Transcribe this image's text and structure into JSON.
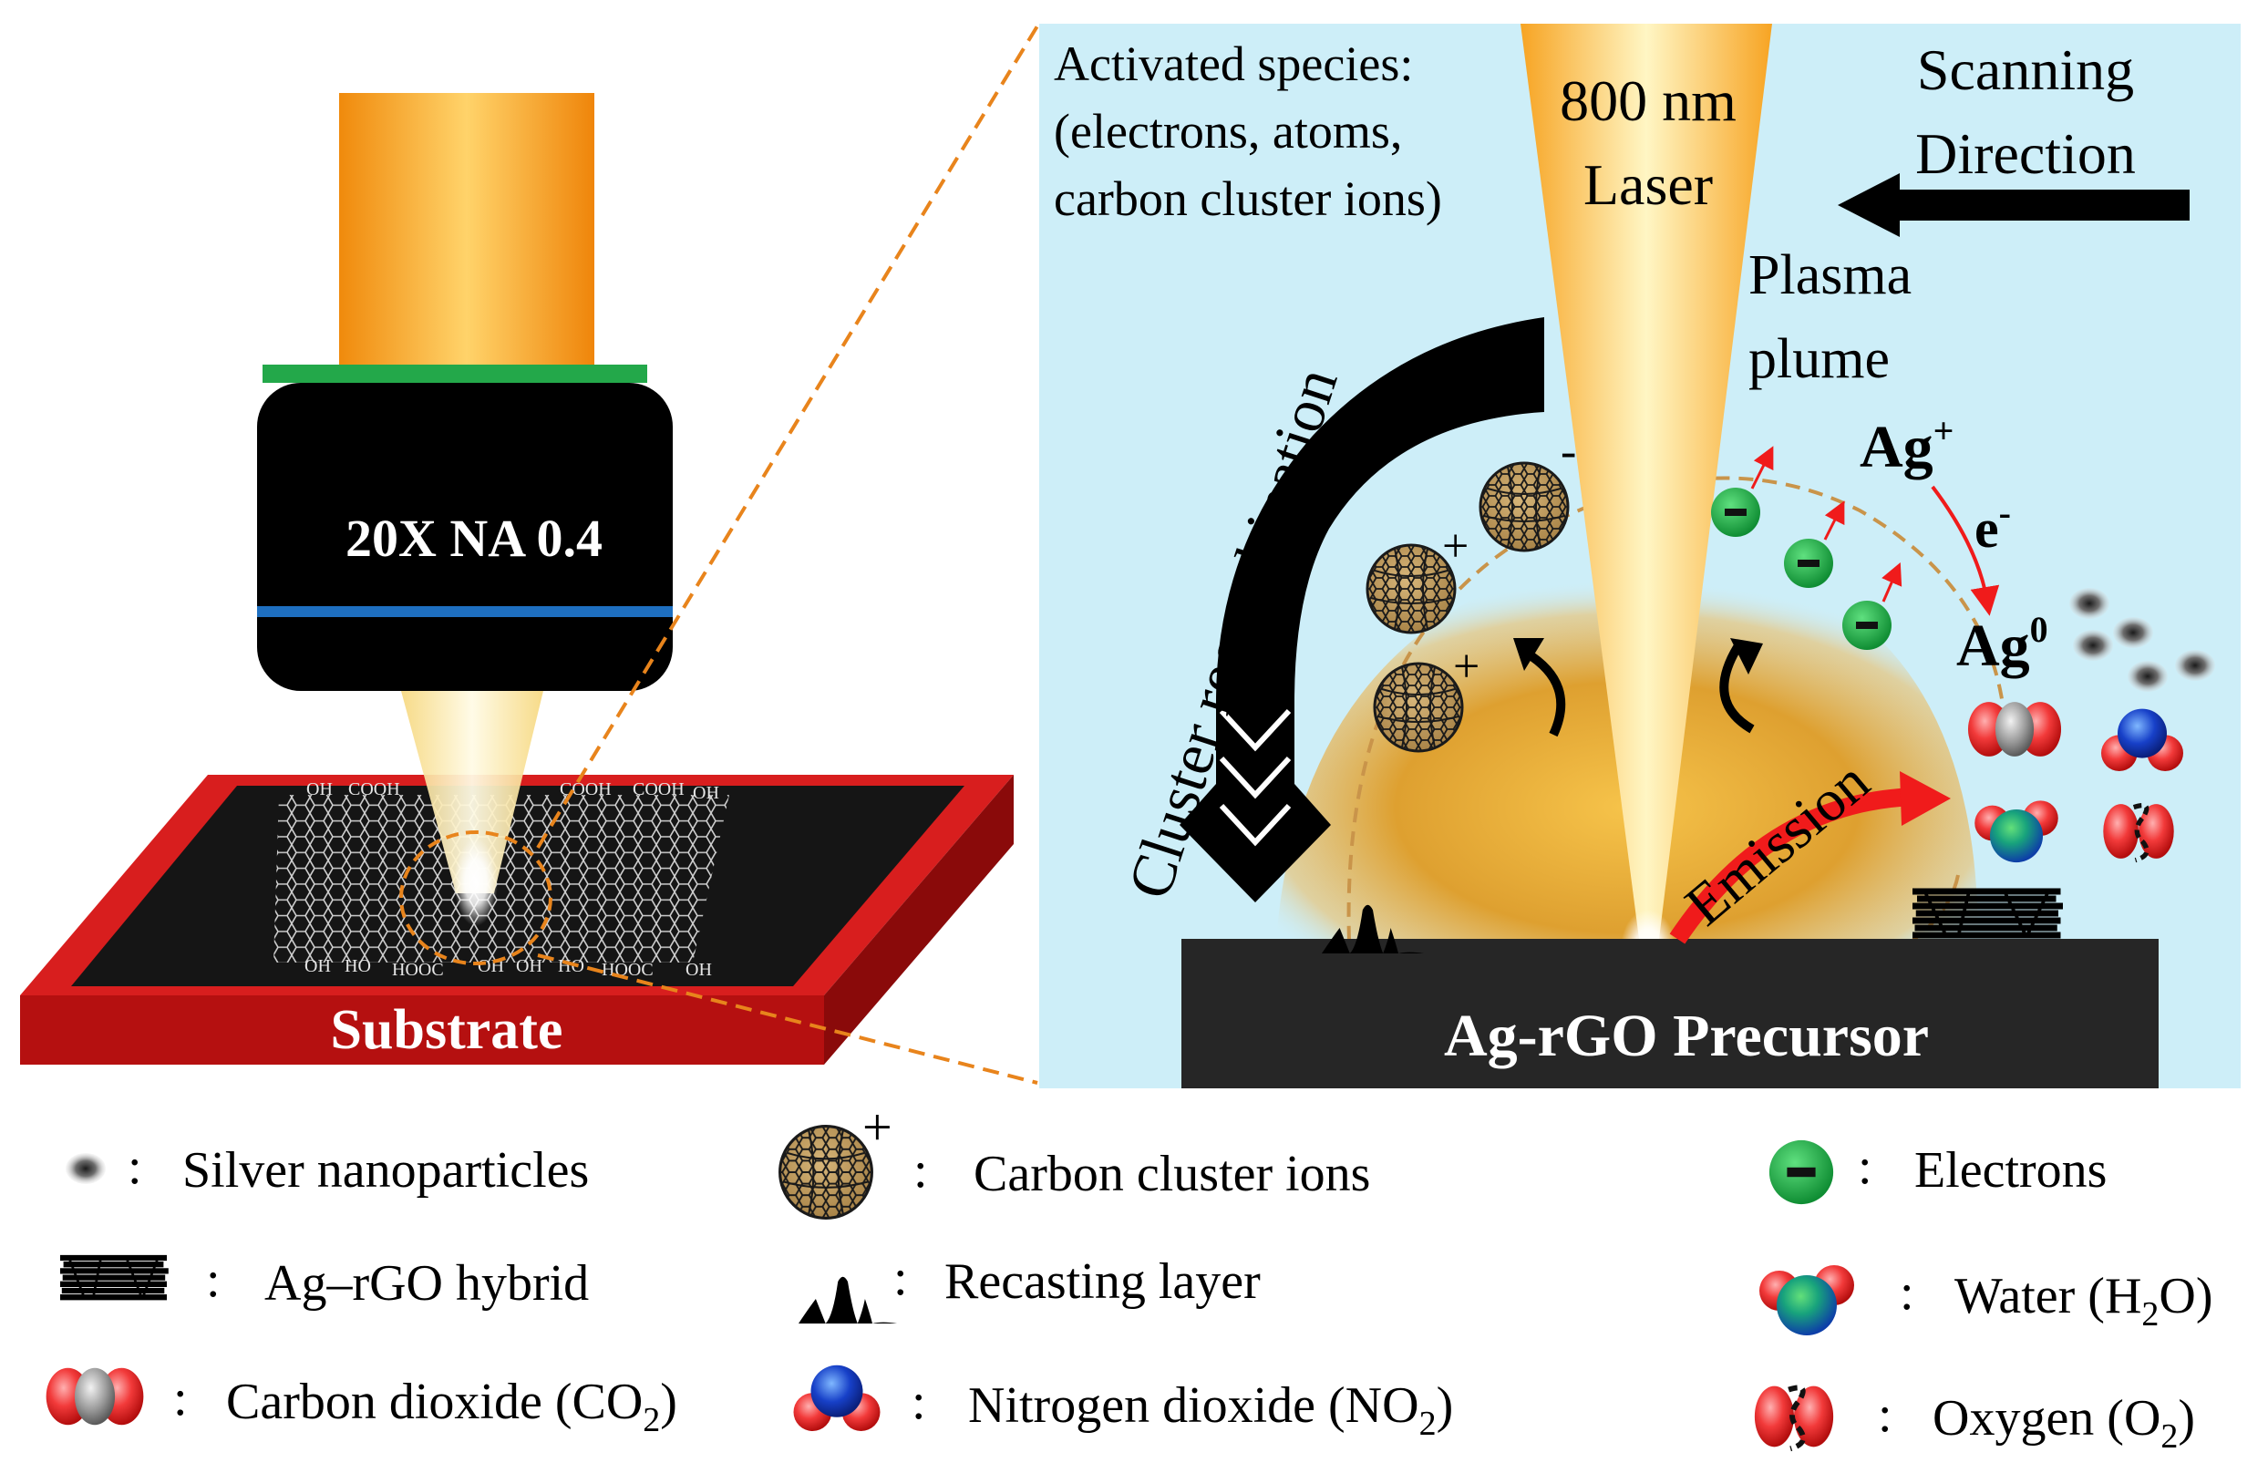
{
  "objective": {
    "label": "20X NA 0.4"
  },
  "substrate": {
    "label": "Substrate",
    "chem_labels": {
      "top": [
        "OH",
        "COOH",
        "COOH",
        "COOH",
        "OH"
      ],
      "bottom": [
        "OH",
        "HO",
        "HOOC",
        "OH",
        "OH",
        "HO",
        "HOOC",
        "OH"
      ]
    }
  },
  "zoom": {
    "species_text": [
      "Activated species:",
      "(electrons, atoms,",
      "carbon cluster ions)"
    ],
    "laser_text": [
      "800 nm",
      "Laser"
    ],
    "scan_text": [
      "Scanning",
      "Direction"
    ],
    "plasma_text": [
      "Plasma",
      "plume"
    ],
    "cluster_text": "Cluster recombination",
    "emission_text": "Emission",
    "ag_plus": {
      "base": "Ag",
      "sup": "+"
    },
    "electron_text": {
      "base": "e",
      "sup": "-"
    },
    "ag_zero": {
      "base": "Ag",
      "sup": "0"
    },
    "ion_signs": [
      "-",
      "+",
      "+"
    ],
    "precursor_label": "Ag-rGO Precursor"
  },
  "legend": {
    "separator": ":",
    "silver": "Silver nanoparticles",
    "hybrid": "Ag–rGO hybrid",
    "co2": {
      "text": "Carbon dioxide (CO",
      "sub": "2",
      "close": ")"
    },
    "cluster": "Carbon cluster ions",
    "cluster_sign": "+",
    "recast": "Recasting layer",
    "no2": {
      "text": "Nitrogen dioxide (NO",
      "sub": "2",
      "close": ")"
    },
    "electrons": "Electrons",
    "water": {
      "text": "Water (H",
      "sub": "2",
      "close": "O)"
    },
    "oxygen": {
      "text": "Oxygen (O",
      "sub": "2",
      "close": ")"
    }
  },
  "colors": {
    "zoom_background": "#cdeef8",
    "substrate_red": "#d81e1e",
    "objective_body": "#000000",
    "objective_green": "#23a84a",
    "objective_blue": "#1e6fc0",
    "laser_orange": "#f39a17",
    "electron_green": "#1aa845",
    "emission_red": "#f01b1b",
    "guide_orange": "#e8841c"
  }
}
